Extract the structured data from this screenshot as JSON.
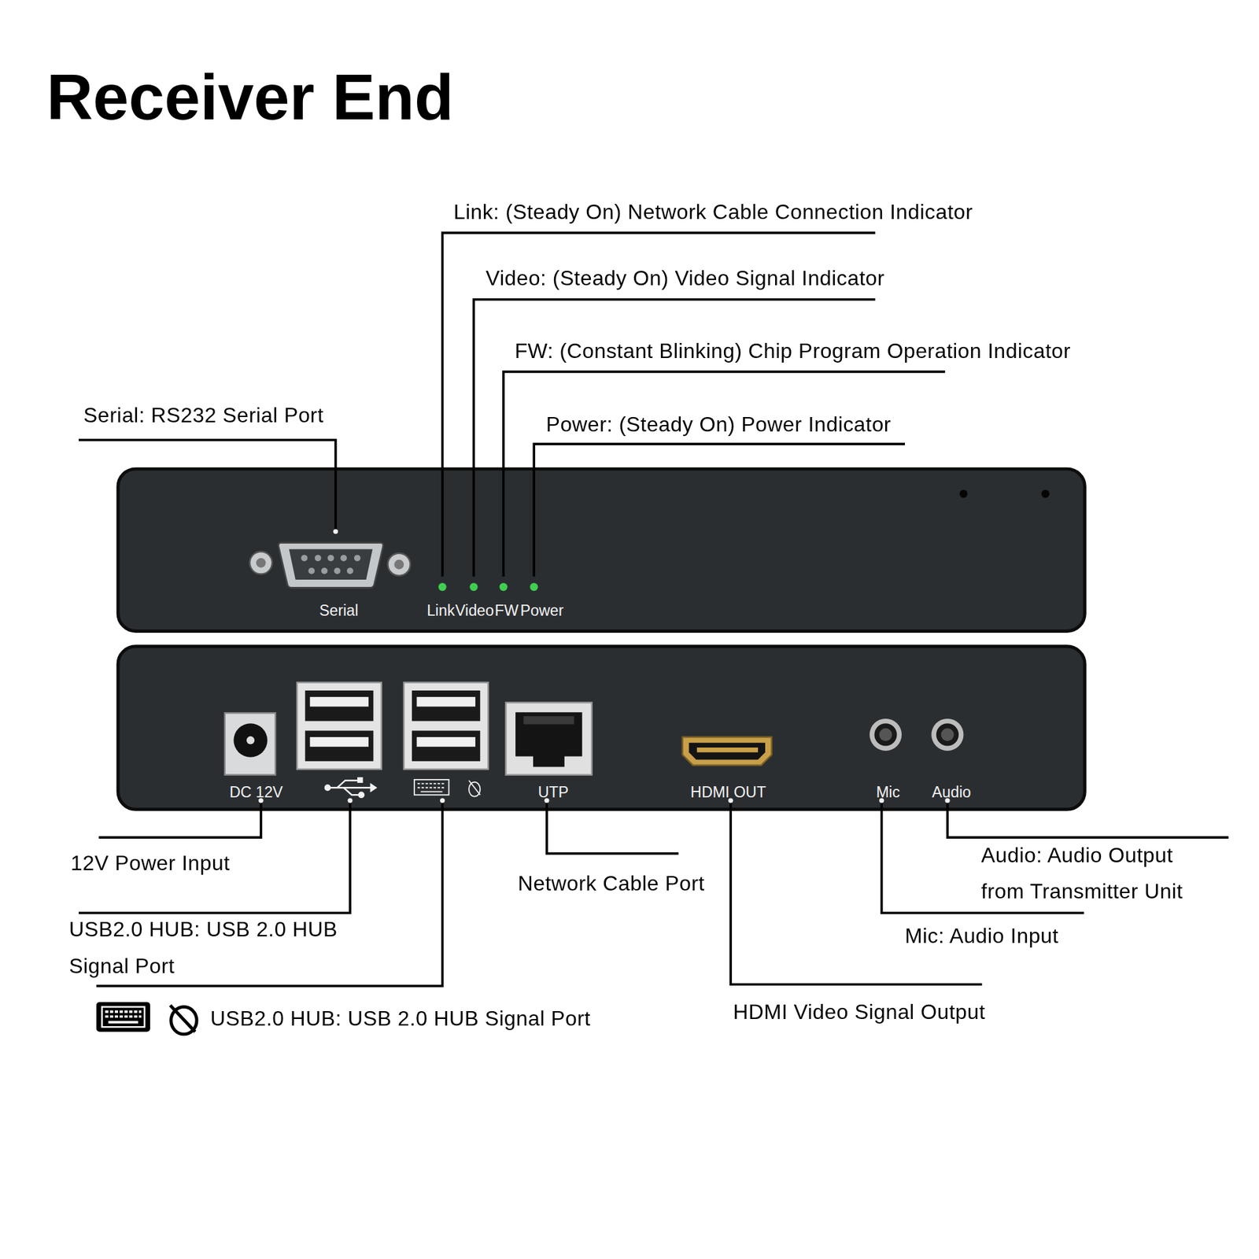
{
  "diagram": {
    "title": "Receiver End",
    "nodes": [
      {
        "text": [
          "Serial",
          "Link",
          "Video",
          "FW",
          "Power"
        ]
      },
      {
        "text": [
          "DC 12V",
          "UTP",
          "HDMI OUT",
          "Mic",
          "Audio"
        ]
      }
    ],
    "labels": [
      "Link: (Steady On) Network Cable Connection Indicator",
      "Video: (Steady On) Video Signal Indicator",
      "FW: (Constant Blinking) Chip Program Operation Indicator",
      "Serial: RS232 Serial Port",
      "Power: (Steady On) Power Indicator",
      "12V Power Input",
      "USB2.0 HUB: USB 2.0 HUB Signal Port",
      "Network Cable Port",
      "Audio: Audio Output from Transmitter Unit",
      "Mic: Audio Input",
      "HDMI Video Signal Output",
      "USB2.0 HUB: USB 2.0 HUB Signal Port"
    ]
  }
}
